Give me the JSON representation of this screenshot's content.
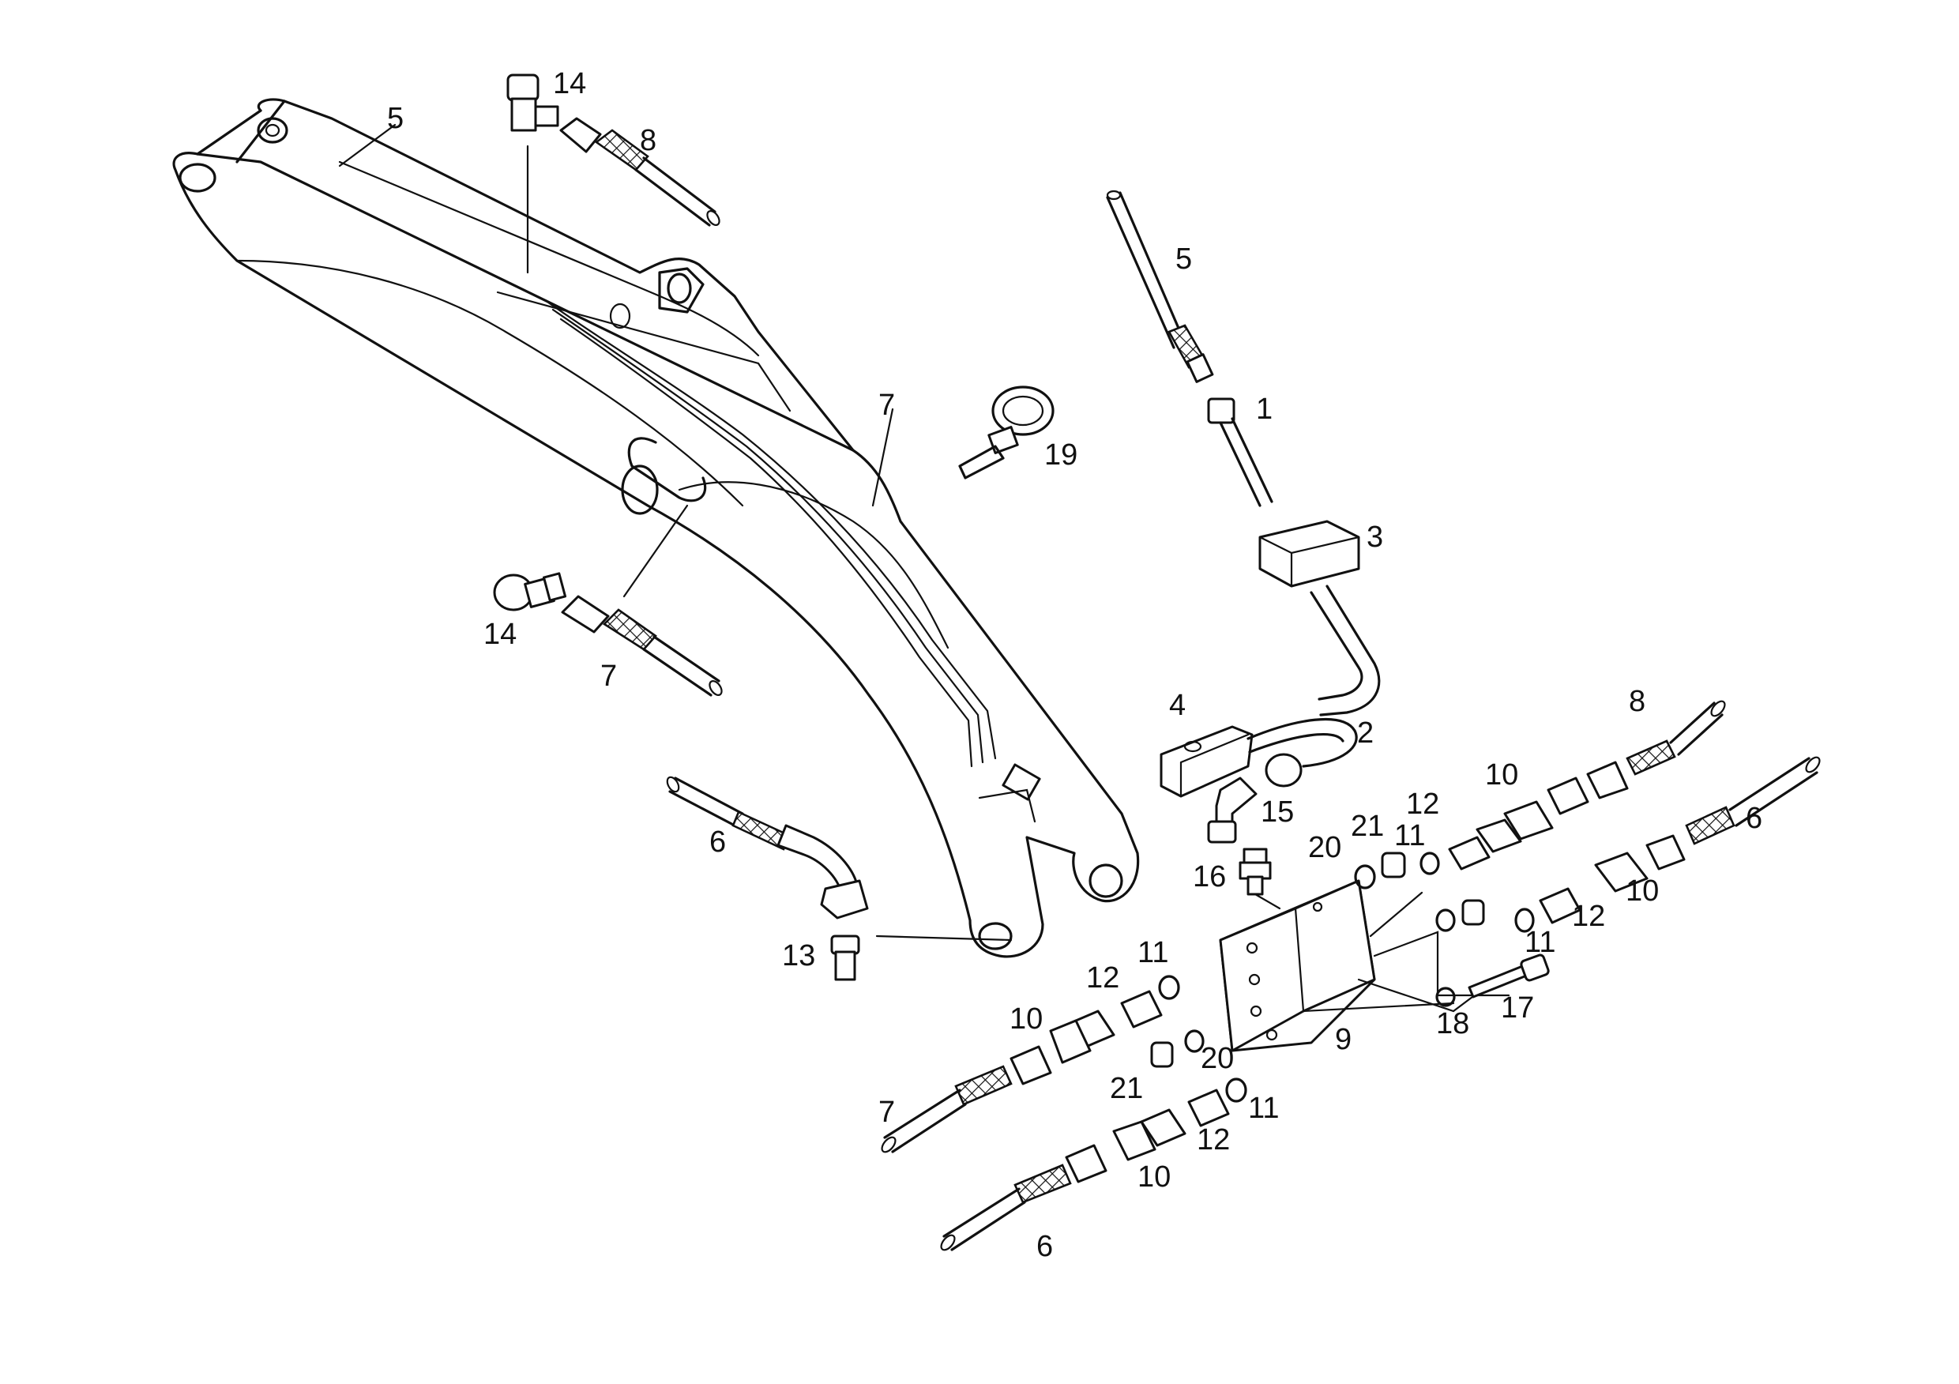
{
  "diagram": {
    "type": "exploded-parts-view",
    "colors": {
      "ink": "#111111",
      "paper": "#ffffff"
    },
    "callouts": [
      {
        "id": "c5a",
        "text": "5"
      },
      {
        "id": "c14a",
        "text": "14"
      },
      {
        "id": "c8a",
        "text": "8"
      },
      {
        "id": "c7a",
        "text": "7"
      },
      {
        "id": "c19",
        "text": "19"
      },
      {
        "id": "c5b",
        "text": "5"
      },
      {
        "id": "c1",
        "text": "1"
      },
      {
        "id": "c3",
        "text": "3"
      },
      {
        "id": "c14b",
        "text": "14"
      },
      {
        "id": "c7b",
        "text": "7"
      },
      {
        "id": "c4",
        "text": "4"
      },
      {
        "id": "c2",
        "text": "2"
      },
      {
        "id": "c8b",
        "text": "8"
      },
      {
        "id": "c10a",
        "text": "10"
      },
      {
        "id": "c12a",
        "text": "12"
      },
      {
        "id": "c6a",
        "text": "6"
      },
      {
        "id": "c15",
        "text": "15"
      },
      {
        "id": "c21a",
        "text": "21"
      },
      {
        "id": "c11a",
        "text": "11"
      },
      {
        "id": "c20a",
        "text": "20"
      },
      {
        "id": "c6b",
        "text": "6"
      },
      {
        "id": "c16",
        "text": "16"
      },
      {
        "id": "c10b",
        "text": "10"
      },
      {
        "id": "c12b",
        "text": "12"
      },
      {
        "id": "c11b",
        "text": "11"
      },
      {
        "id": "c13",
        "text": "13"
      },
      {
        "id": "c11c",
        "text": "11"
      },
      {
        "id": "c12c",
        "text": "12"
      },
      {
        "id": "c17",
        "text": "17"
      },
      {
        "id": "c18",
        "text": "18"
      },
      {
        "id": "c10c",
        "text": "10"
      },
      {
        "id": "c9",
        "text": "9"
      },
      {
        "id": "c21b",
        "text": "21"
      },
      {
        "id": "c20b",
        "text": "20"
      },
      {
        "id": "c7c",
        "text": "7"
      },
      {
        "id": "c11d",
        "text": "11"
      },
      {
        "id": "c12d",
        "text": "12"
      },
      {
        "id": "c10d",
        "text": "10"
      },
      {
        "id": "c6c",
        "text": "6"
      }
    ]
  }
}
